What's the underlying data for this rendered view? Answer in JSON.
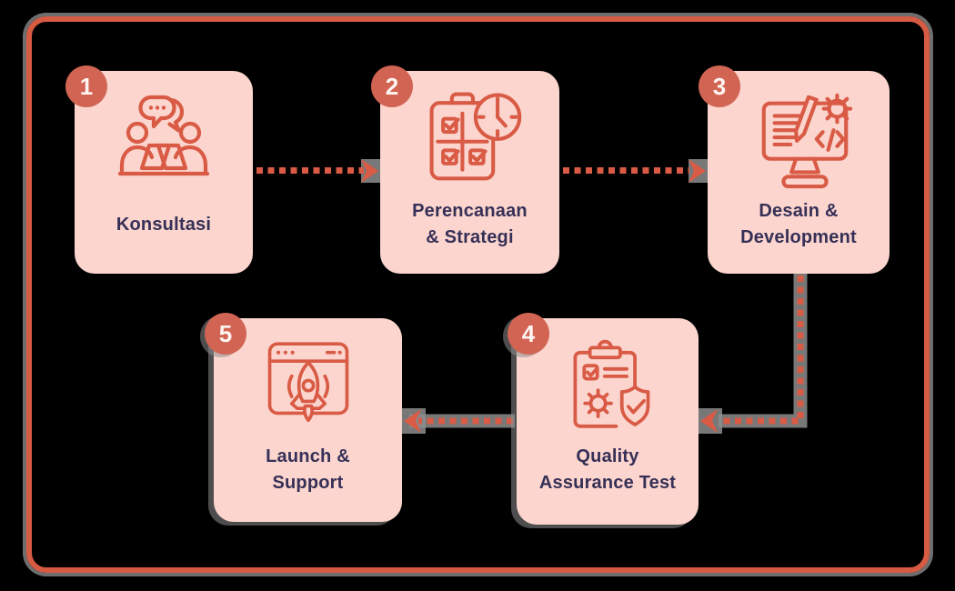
{
  "diagram": {
    "type": "process-flow",
    "steps": [
      {
        "number": "1",
        "label": "Konsultasi",
        "lines": [
          "Konsultasi",
          ""
        ],
        "icon": "consultation-people-chat-icon"
      },
      {
        "number": "2",
        "label": "Perencanaan & Strategi",
        "lines": [
          "Perencanaan",
          "& Strategi"
        ],
        "icon": "planning-checklist-clock-icon"
      },
      {
        "number": "3",
        "label": "Desain & Development",
        "lines": [
          "Desain &",
          "Development"
        ],
        "icon": "design-development-monitor-code-icon"
      },
      {
        "number": "4",
        "label": "Quality Assurance Test",
        "lines": [
          "Quality",
          "Assurance Test"
        ],
        "icon": "qa-clipboard-gear-shield-icon"
      },
      {
        "number": "5",
        "label": "Launch & Support",
        "lines": [
          "Launch &",
          "Support"
        ],
        "icon": "launch-rocket-browser-icon"
      }
    ],
    "flow": [
      {
        "from": "Konsultasi",
        "to": "Perencanaan & Strategi",
        "direction": "right",
        "style": "dashed-arrow"
      },
      {
        "from": "Perencanaan & Strategi",
        "to": "Desain & Development",
        "direction": "right",
        "style": "dashed-arrow"
      },
      {
        "from": "Desain & Development",
        "to": "Quality Assurance Test",
        "direction": "down-left",
        "style": "dashed-arrow"
      },
      {
        "from": "Quality Assurance Test",
        "to": "Launch & Support",
        "direction": "left",
        "style": "dashed-arrow"
      }
    ],
    "colors": {
      "background": "#000000",
      "frame_border": "#D75A42",
      "card_fill": "#FBD5CE",
      "accent_stroke": "#D95B45",
      "badge_fill": "#D26454",
      "badge_text": "#FEF5F2",
      "label_text": "#363057",
      "halo_gray": "#8D8D8D"
    }
  }
}
